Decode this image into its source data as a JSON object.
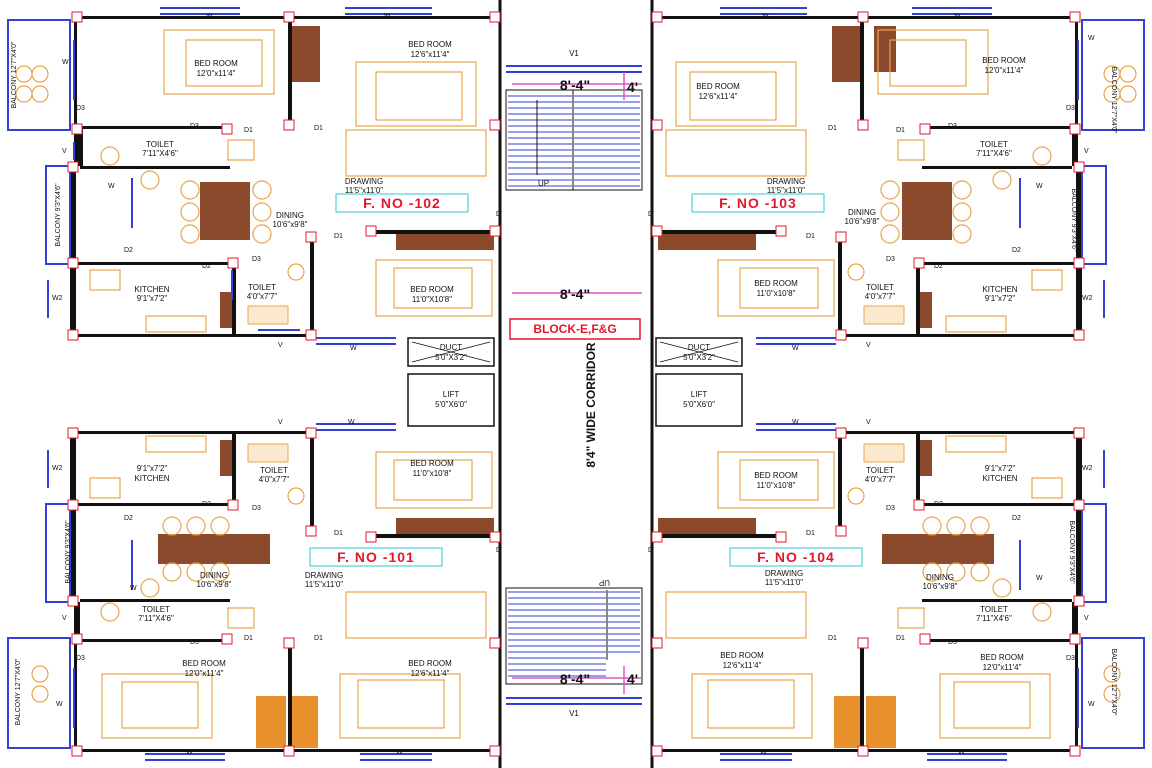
{
  "plan": {
    "block_label": "BLOCK-E,F&G",
    "corridor_label": "8'4\" WIDE CORRIDOR",
    "stair_dim": "8'-4\"",
    "stair_small": "4'",
    "corridor_dim": "8'-4\"",
    "up_label": "UP",
    "v1_label": "V1",
    "colors": {
      "flat_label": "#e3172b",
      "furniture": "#e8a44c",
      "window": "#3340d6",
      "dimension": "#e052c9",
      "door": "#2cc7d6",
      "wood": "#8b4a2b"
    },
    "common": {
      "duct": {
        "name": "DUCT",
        "size": "5'0\"X3'2\""
      },
      "lift": {
        "name": "LIFT",
        "size": "5'0\"X6'0\""
      }
    },
    "flats": {
      "f102": {
        "label": "F. NO -102",
        "bed1": {
          "name": "BED ROOM",
          "size": "12'0\"x11'4\""
        },
        "bed2": {
          "name": "BED ROOM",
          "size": "12'6\"x11'4\""
        },
        "bed3": {
          "name": "BED ROOM",
          "size": "11'0\"X10'8\""
        },
        "drawing": {
          "name": "DRAWING",
          "size": "11'5\"x11'0\""
        },
        "dining": {
          "name": "DINING",
          "size": "10'6\"x9'8\""
        },
        "kitchen": {
          "name": "KITCHEN",
          "size": "9'1\"x7'2\""
        },
        "toilet1": {
          "name": "TOILET",
          "size": "7'11\"X4'6\""
        },
        "toilet2": {
          "name": "TOILET",
          "size": "4'0\"x7'7\""
        },
        "balcony1": "BALCONY 12'7\"X4'0\"",
        "balcony2": "BALCONY 9'3\"X4'6\""
      },
      "f103": {
        "label": "F. NO -103",
        "bed1": {
          "name": "BED ROOM",
          "size": "12'0\"x11'4\""
        },
        "bed2": {
          "name": "BED ROOM",
          "size": "12'6\"x11'4\""
        },
        "bed3": {
          "name": "BED ROOM",
          "size": "11'0\"x10'8\""
        },
        "drawing": {
          "name": "DRAWING",
          "size": "11'5\"x11'0\""
        },
        "dining": {
          "name": "DINING",
          "size": "10'6\"x9'8\""
        },
        "kitchen": {
          "name": "KITCHEN",
          "size": "9'1\"x7'2\""
        },
        "toilet1": {
          "name": "TOILET",
          "size": "7'11\"X4'6\""
        },
        "toilet2": {
          "name": "TOILET",
          "size": "4'0\"x7'7\""
        },
        "balcony1": "BALCONY 12'7\"X4'0\"",
        "balcony2": "BALCONY 9'3\"X4'6\""
      },
      "f101": {
        "label": "F. NO -101",
        "bed1": {
          "name": "BED ROOM",
          "size": "12'0\"x11'4\""
        },
        "bed2": {
          "name": "BED ROOM",
          "size": "12'6\"x11'4\""
        },
        "bed3": {
          "name": "BED ROOM",
          "size": "11'0\"x10'8\""
        },
        "drawing": {
          "name": "DRAWING",
          "size": "11'5\"x11'0\""
        },
        "dining": {
          "name": "DINING",
          "size": "10'6\"x9'8\""
        },
        "kitchen": {
          "name": "KITCHEN",
          "size": "9'1\"x7'2\""
        },
        "toilet1": {
          "name": "TOILET",
          "size": "7'11\"X4'6\""
        },
        "toilet2": {
          "name": "TOILET",
          "size": "4'0\"x7'7\""
        },
        "balcony1": "BALCONY 12'7\"X4'0\"",
        "balcony2": "BALCONY 9'3\"X4'6\""
      },
      "f104": {
        "label": "F. NO -104",
        "bed1": {
          "name": "BED ROOM",
          "size": "12'0\"x11'4\""
        },
        "bed2": {
          "name": "BED ROOM",
          "size": "12'6\"x11'4\""
        },
        "bed3": {
          "name": "BED ROOM",
          "size": "11'0\"x10'8\""
        },
        "drawing": {
          "name": "DRAWING",
          "size": "11'5\"x11'0\""
        },
        "dining": {
          "name": "DINING",
          "size": "10'6\"x9'8\""
        },
        "kitchen": {
          "name": "KITCHEN",
          "size": "9'1\"x7'2\""
        },
        "toilet1": {
          "name": "TOILET",
          "size": "7'11\"X4'6\""
        },
        "toilet2": {
          "name": "TOILET",
          "size": "4'0\"x7'7\""
        },
        "balcony1": "BALCONY 12'7\"X4'0\"",
        "balcony2": "BALCONY 9'3\"X4'6\""
      }
    },
    "tags": {
      "w": "W",
      "w2": "W2",
      "v": "V",
      "d": "D",
      "d1": "D1",
      "d2": "D2",
      "d3": "D3"
    }
  }
}
